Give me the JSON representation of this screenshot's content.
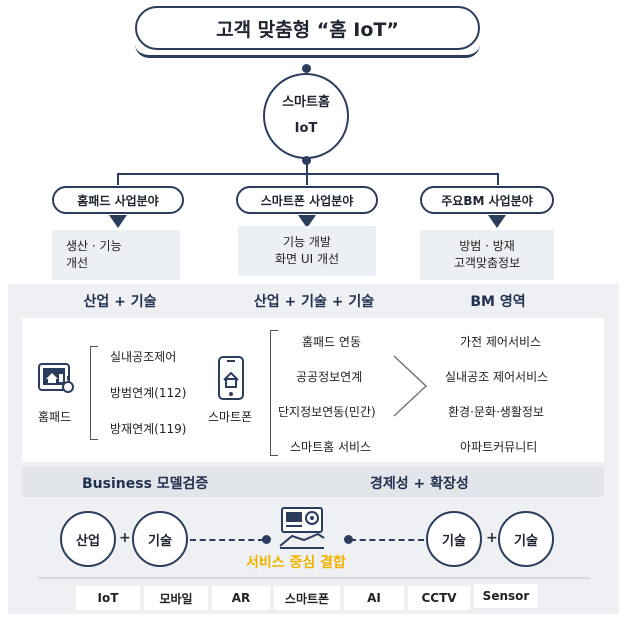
{
  "title": "고객 맞춤형 “홈 IoT”",
  "hub": {
    "line1": "스마트홈",
    "line2": "IoT"
  },
  "fields": [
    {
      "label": "홈패드 사업분야",
      "items": [
        "생산 · 기능",
        "개선"
      ]
    },
    {
      "label": "스마트폰 사업분야",
      "items": [
        "기능 개발",
        "화면 UI 개선"
      ]
    },
    {
      "label": "주요BM 사업분야",
      "items": [
        "방범 · 방재",
        "고객맞춤정보"
      ]
    }
  ],
  "columns": [
    "산업 + 기술",
    "산업 + 기술 + 기술",
    "BM 영역"
  ],
  "homepad": {
    "label": "홈패드",
    "items": [
      "실내공조제어",
      "방범연계(112)",
      "방재연계(119)"
    ]
  },
  "smartphone": {
    "label": "스마트폰",
    "items": [
      "홈패드 연동",
      "공공정보연계",
      "단지정보연동(민간)",
      "스마트홈 서비스"
    ]
  },
  "bm_items": [
    "가전 제어서비스",
    "실내공조 제어서비스",
    "환경·문화·생활정보",
    "아파트커뮤니티"
  ],
  "business": {
    "left": "Business 모델검증",
    "right": "경제성 + 확장성"
  },
  "bottom": {
    "left_circles": [
      "산업",
      "기술"
    ],
    "right_circles": [
      "기술",
      "기술"
    ],
    "plus": "+",
    "service_title": "서비스 중심 결합"
  },
  "tags": [
    "IoT",
    "모바일",
    "AR",
    "스마트폰",
    "AI",
    "CCTV",
    "Sensor"
  ],
  "colors": {
    "navy": "#2b3c5c",
    "accent": "#f0b400",
    "panel": "#eef0f3"
  }
}
